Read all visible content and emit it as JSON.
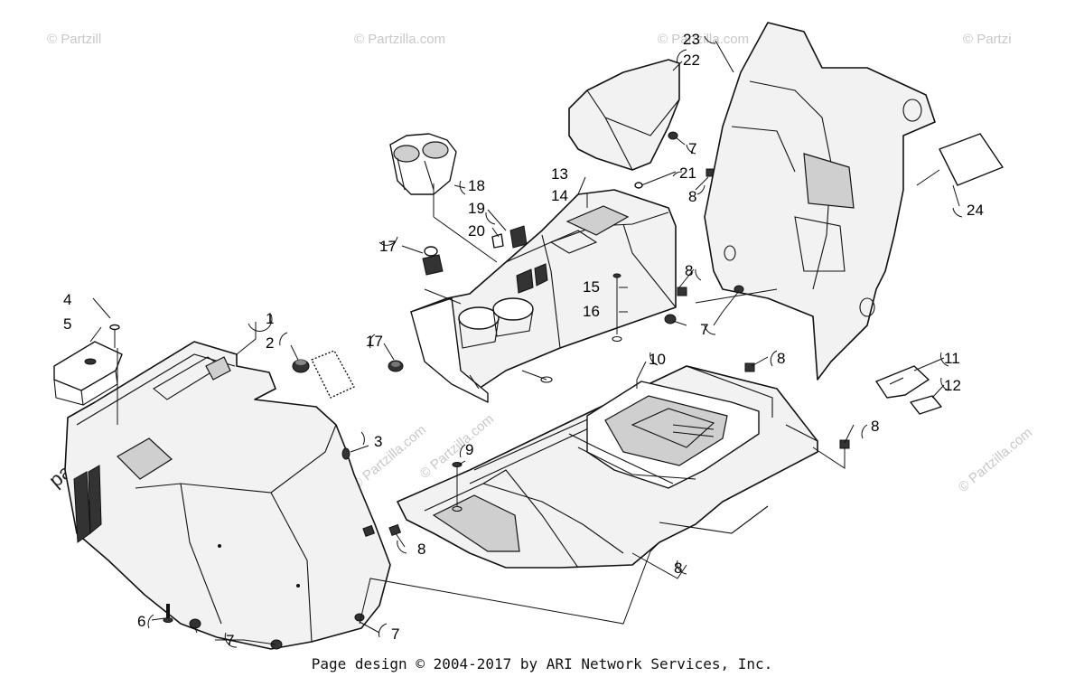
{
  "watermark": {
    "text": "© Partzilla.com",
    "text_short": "© Partzill",
    "text_tail": "© Partzi",
    "text_large": "partzilla.com"
  },
  "callouts": [
    "1",
    "2",
    "3",
    "4",
    "5",
    "6",
    "7",
    "8",
    "9",
    "10",
    "11",
    "12",
    "13",
    "14",
    "15",
    "16",
    "17",
    "18",
    "19",
    "20",
    "21",
    "22",
    "23",
    "24"
  ],
  "callout_labels": {
    "p1": "1",
    "p2": "2",
    "p3": "3",
    "p4": "4",
    "p5": "5",
    "p6": "6",
    "p7a": "7",
    "p7b": "7",
    "p7c": "7",
    "p7d": "7",
    "p8a": "8",
    "p8b": "8",
    "p8c": "8",
    "p8d": "8",
    "p8e": "8",
    "p8f": "8",
    "p9": "9",
    "p10": "10",
    "p11": "11",
    "p12": "12",
    "p13": "13",
    "p14": "14",
    "p15": "15",
    "p16": "16",
    "p17a": "17",
    "p17b": "17",
    "p18": "18",
    "p19": "19",
    "p20": "20",
    "p21": "21",
    "p22": "22",
    "p23": "23",
    "p24": "24"
  },
  "footer": {
    "text": "Page design © 2004-2017 by ARI Network Services, Inc."
  }
}
